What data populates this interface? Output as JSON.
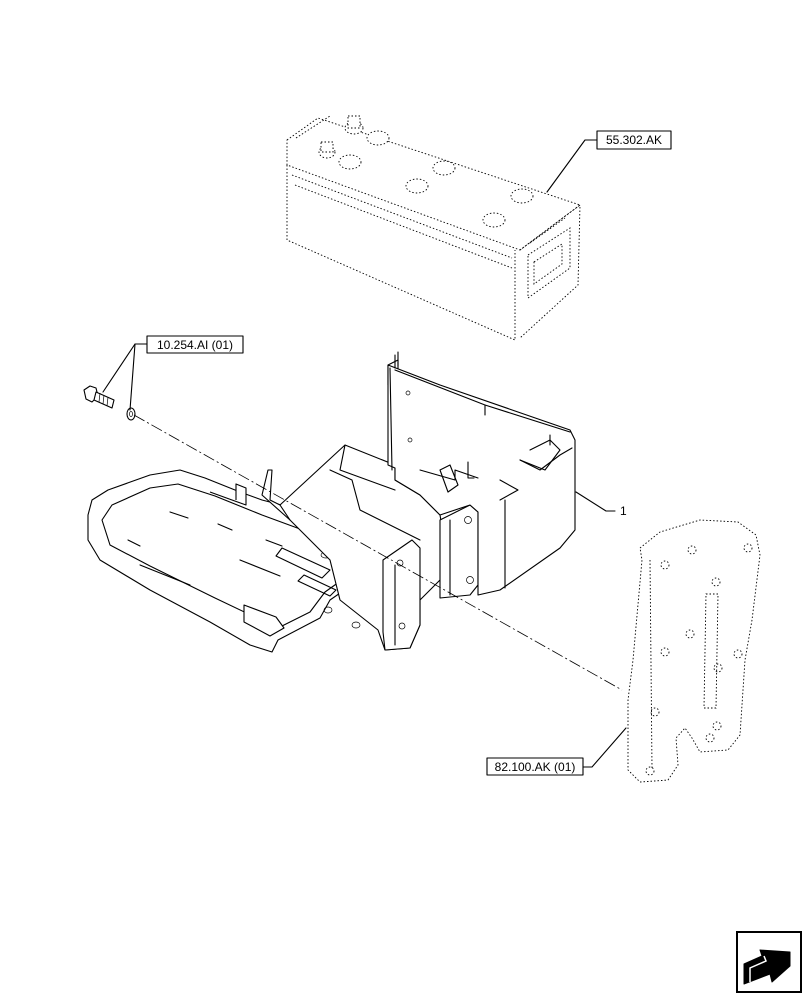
{
  "callouts": {
    "battery": "55.302.AK",
    "bolt_washer": "10.254.AI (01)",
    "support": "1",
    "plate": "82.100.AK (01)"
  },
  "nav_icon": "next-page-arrow-icon"
}
